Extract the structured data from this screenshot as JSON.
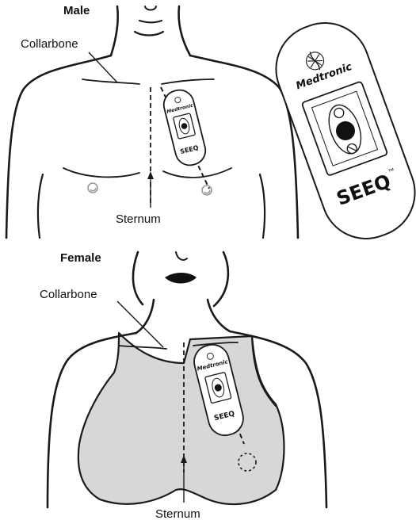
{
  "figure": {
    "male": {
      "title": "Male",
      "collarbone_label": "Collarbone",
      "sternum_label": "Sternum"
    },
    "female": {
      "title": "Female",
      "collarbone_label": "Collarbone",
      "sternum_label": "Sternum"
    },
    "device": {
      "brand": "Medtronic",
      "model": "SEEQ",
      "trademark": "™"
    }
  },
  "colors": {
    "line": "#1a1a1a",
    "garment": "#d7d7d7",
    "device_fill": "#ffffff",
    "button": "#111111"
  }
}
